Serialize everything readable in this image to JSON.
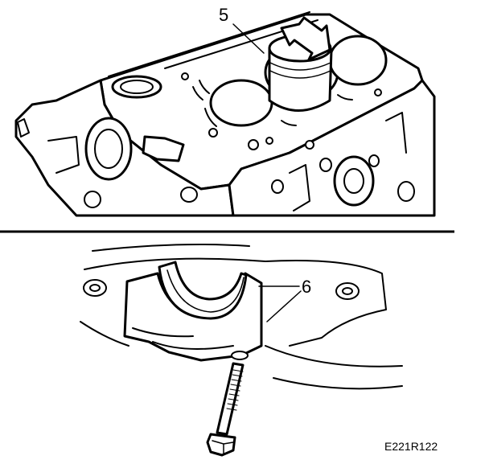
{
  "figure": {
    "callouts": {
      "top": "5",
      "bottom": "6"
    },
    "figure_code": "E221R122"
  },
  "colors": {
    "ink": "#000000",
    "paper": "#ffffff"
  }
}
